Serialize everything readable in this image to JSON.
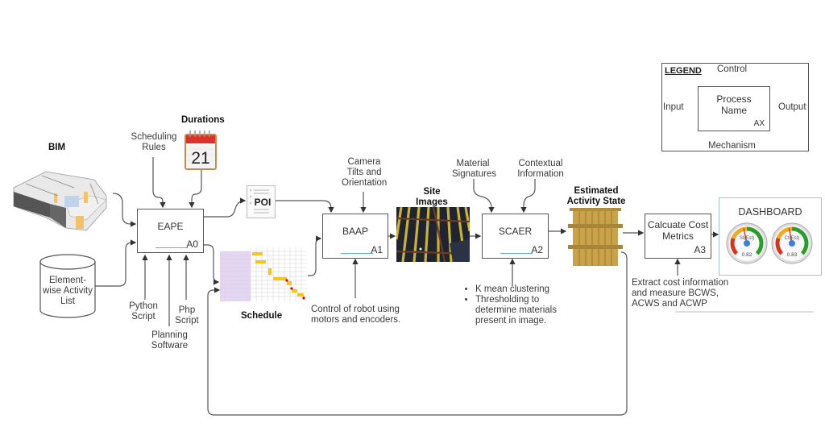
{
  "legend": {
    "title": "LEGEND",
    "control": "Control",
    "input": "Input",
    "process_name": "Process Name",
    "output": "Output",
    "code": "AX",
    "mechanism": "Mechanism"
  },
  "inputs": {
    "bim": "BIM",
    "durations": "Durations",
    "calendar_day": "21",
    "scheduling_rules": "Scheduling Rules",
    "activity_list": "Element-wise Activity List",
    "poi": "POI",
    "schedule": "Schedule",
    "camera": "Camera Tilts and Orientation",
    "site_images": "Site Images",
    "material_signatures": "Material Signatures",
    "contextual_info": "Contextual Information",
    "estimated_state": "Estimated Activity State"
  },
  "processes": [
    {
      "name": "EAPE",
      "code": "A0"
    },
    {
      "name": "BAAP",
      "code": "A1"
    },
    {
      "name": "SCAER",
      "code": "A2"
    },
    {
      "name": "Calcuate Cost Metrics",
      "code": "A3"
    }
  ],
  "mechanisms": {
    "python": "Python Script",
    "planning": "Planning Software",
    "php": "Php Script",
    "robot": "Control of robot using motors and encoders.",
    "scaer_bullets": [
      "K mean clustering",
      "Thresholding to determine materials present in image."
    ],
    "cost": "Extract cost information and measure BCWS, ACWS and ACWP"
  },
  "dashboard": {
    "title": "DASHBOARD",
    "gauges": [
      {
        "label": "SI(Est)",
        "value": "0.82",
        "fraction": 0.82
      },
      {
        "label": "CI(Est)",
        "value": "0.83",
        "fraction": 0.83
      }
    ]
  },
  "colors": {
    "line": "#555555",
    "accent_underline": "#5ab0e0",
    "dashboard_border": "#9fc3e0",
    "gauge_red": "#d9331c",
    "gauge_orange": "#f5a623",
    "gauge_green": "#2a9d2a",
    "gauge_needle_hub": "#3b7fe0",
    "calendar_red": "#d9342b",
    "formwork": "#c9a24a"
  }
}
